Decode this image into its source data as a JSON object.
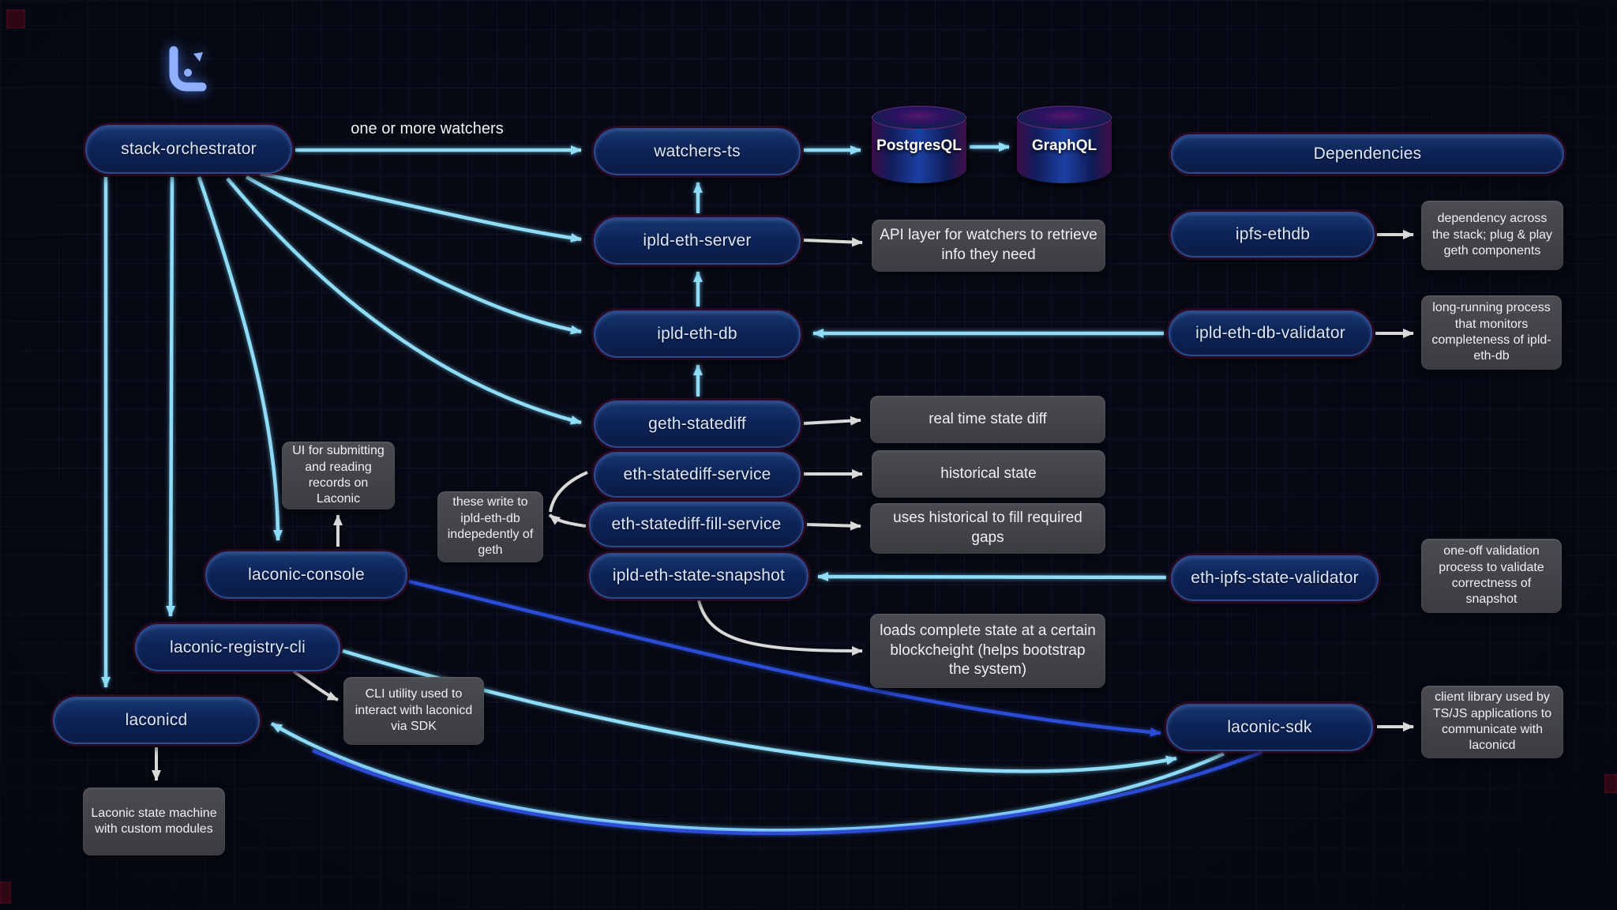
{
  "edge_labels": {
    "watchers": "one or more watchers"
  },
  "nodes": [
    {
      "id": "stack-orchestrator",
      "label": "stack-orchestrator"
    },
    {
      "id": "watchers-ts",
      "label": "watchers-ts"
    },
    {
      "id": "ipld-eth-server",
      "label": "ipld-eth-server"
    },
    {
      "id": "ipld-eth-db",
      "label": "ipld-eth-db"
    },
    {
      "id": "geth-statediff",
      "label": "geth-statediff"
    },
    {
      "id": "eth-statediff-service",
      "label": "eth-statediff-service"
    },
    {
      "id": "eth-statediff-fill-service",
      "label": "eth-statediff-fill-service"
    },
    {
      "id": "ipld-eth-state-snapshot",
      "label": "ipld-eth-state-snapshot"
    },
    {
      "id": "laconic-console",
      "label": "laconic-console"
    },
    {
      "id": "laconic-registry-cli",
      "label": "laconic-registry-cli"
    },
    {
      "id": "laconicd",
      "label": "laconicd"
    },
    {
      "id": "laconic-sdk",
      "label": "laconic-sdk"
    },
    {
      "id": "ipld-eth-db-validator",
      "label": "ipld-eth-db-validator"
    },
    {
      "id": "eth-ipfs-state-validator",
      "label": "eth-ipfs-state-validator"
    },
    {
      "id": "ipfs-ethdb",
      "label": "ipfs-ethdb"
    },
    {
      "id": "dependencies-header",
      "label": "Dependencies"
    }
  ],
  "cylinders": [
    {
      "label": "PostgresQL"
    },
    {
      "label": "GraphQL"
    }
  ],
  "annotations": [
    {
      "id": "api-layer-note",
      "text": "API layer for watchers to retrieve info they need"
    },
    {
      "id": "ipfs-ethdb-note",
      "text": "dependency across the stack; plug & play geth components"
    },
    {
      "id": "db-validator-note",
      "text": "long-running process that monitors completeness of ipld-eth-db"
    },
    {
      "id": "realtime-note",
      "text": "real time state diff"
    },
    {
      "id": "historical-note",
      "text": "historical state"
    },
    {
      "id": "gaps-note",
      "text": "uses historical to fill required gaps"
    },
    {
      "id": "these-write-note",
      "text": "these write to ipld-eth-db indepedently of geth"
    },
    {
      "id": "snapshot-validator-note",
      "text": "one-off validation process to validate correctness of snapshot"
    },
    {
      "id": "loads-state-note",
      "text": "loads complete state at a certain blockcheight (helps bootstrap the system)"
    },
    {
      "id": "console-ui-note",
      "text": "UI for submitting and reading records on Laconic"
    },
    {
      "id": "cli-note",
      "text": "CLI utility used to interact with laconicd via SDK"
    },
    {
      "id": "laconicd-note",
      "text": "Laconic state machine with custom modules"
    },
    {
      "id": "sdk-note",
      "text": "client library used by TS/JS applications to communicate with laconicd"
    }
  ],
  "colors": {
    "arrow_cyan": "#8fdcf8",
    "arrow_gray": "#d9d9d9",
    "arrow_blue": "#2c4cd6",
    "node_fill": "#0d2458",
    "annotation_fill": "#3f4144",
    "background": "#070a15"
  }
}
